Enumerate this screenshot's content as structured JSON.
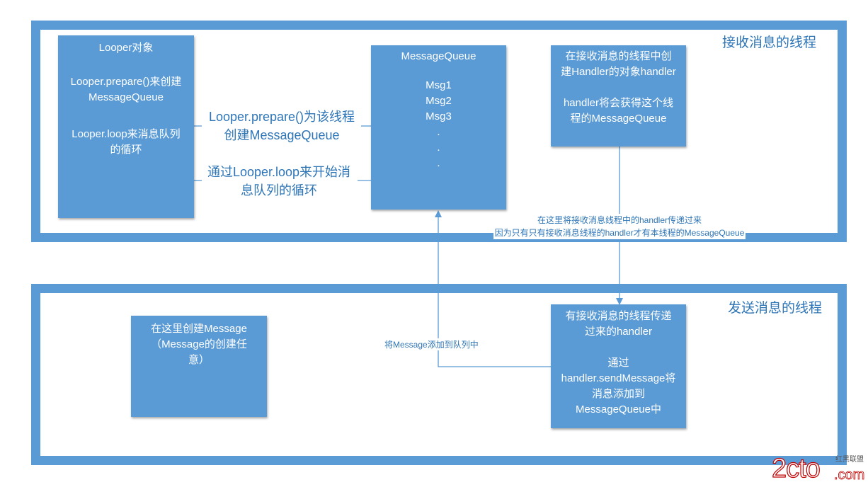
{
  "receiver_thread": {
    "title": "接收消息的线程",
    "looper_box": {
      "title": "Looper对象",
      "line1": "Looper.prepare()来创建",
      "line2": "MessageQueue",
      "line3": "Looper.loop来消息队列",
      "line4": "的循环"
    },
    "queue_box": {
      "title": "MessageQueue",
      "messages": [
        "Msg1",
        "Msg2",
        "Msg3"
      ],
      "dots": [
        ".",
        ".",
        "."
      ]
    },
    "handler_box": {
      "line1": "在接收消息的线程中创",
      "line2": "建Handler的对象handler",
      "line3": "handler将会获得这个线",
      "line4": "程的MessageQueue"
    },
    "prepare_label": {
      "line1": "Looper.prepare()为该线程",
      "line2": "创建MessageQueue"
    },
    "loop_label": {
      "line1": "通过Looper.loop来开始消",
      "line2": "息队列的循环"
    }
  },
  "pass_handler_note": {
    "line1": "在这里将接收消息线程中的handler传递过来",
    "line2": "因为只有只有接收消息线程的handler才有本线程的MessageQueue"
  },
  "sender_thread": {
    "title": "发送消息的线程",
    "create_box": {
      "line1": "在这里创建Message",
      "line2": "（Message的创建任",
      "line3": "意）"
    },
    "handler_box": {
      "line1": "有接收消息的线程传递",
      "line2": "过来的handler",
      "line3": "通过",
      "line4": "handler.sendMessage将",
      "line5": "消息添加到",
      "line6": "MessageQueue中"
    },
    "enqueue_label": "将Message添加到队列中"
  },
  "watermark": {
    "main": "2cto",
    "suffix": ".com",
    "tag": "红黑联盟"
  },
  "colors": {
    "frame": "#5b9bd5",
    "box": "#5b9bd5",
    "label_text": "#2e75b6",
    "watermark": "#c00000"
  }
}
